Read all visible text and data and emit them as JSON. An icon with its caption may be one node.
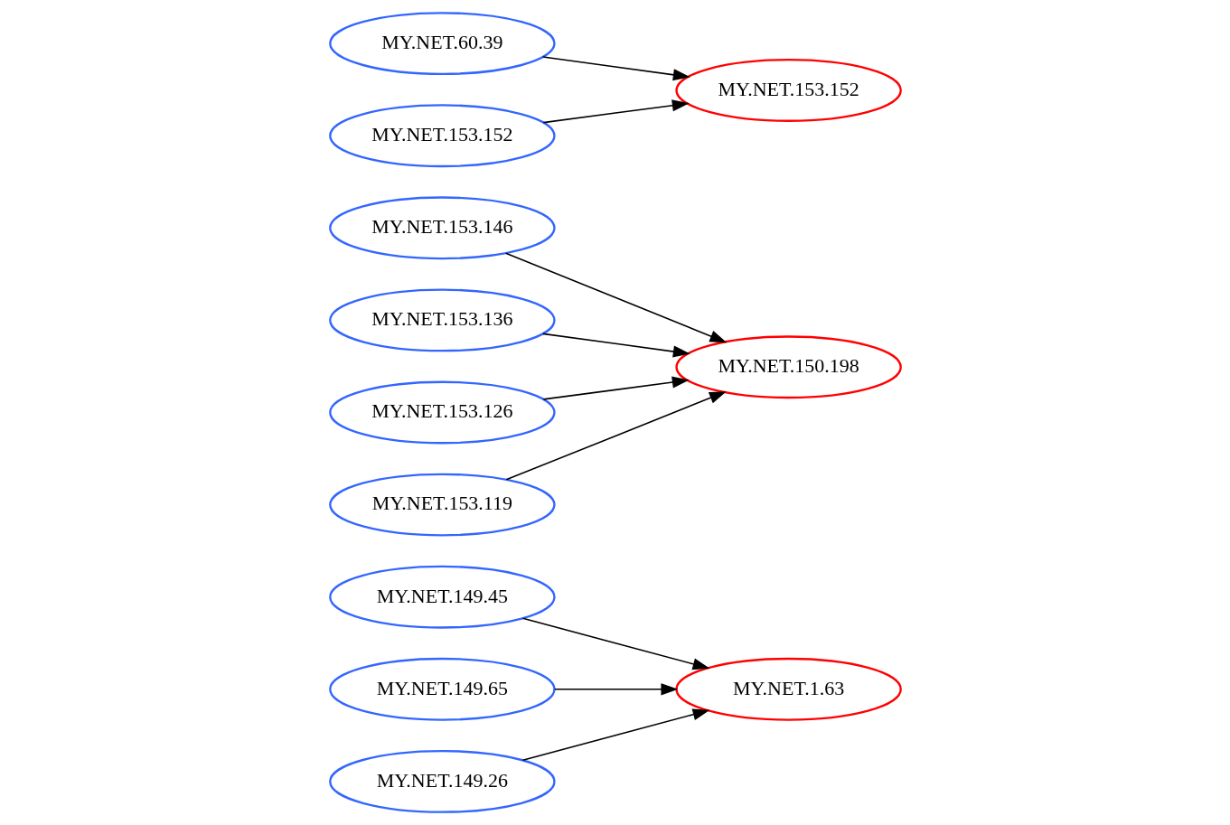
{
  "diagram": {
    "nodes": [
      {
        "text": [
          "MY.NET.149.45"
        ]
      },
      {
        "text": [
          "MY.NET.149.65"
        ]
      },
      {
        "text": [
          "MY.NET.153.146"
        ]
      },
      {
        "text": [
          "MY.NET.1.63"
        ]
      },
      {
        "text": [
          "MY.NET.149.26"
        ]
      },
      {
        "text": [
          "MY.NET.153.136"
        ]
      },
      {
        "text": [
          "MY.NET.150.198"
        ]
      },
      {
        "text": [
          "MY.NET.60.39"
        ]
      },
      {
        "text": [
          "MY.NET.153.152"
        ]
      },
      {
        "text": [
          "MY.NET.153.126"
        ]
      },
      {
        "text": [
          "MY.NET.153.152"
        ]
      },
      {
        "text": [
          "MY.NET.153.119"
        ]
      }
    ],
    "edges": [
      {
        "from": 0,
        "to": 3,
        "arrow": "to"
      },
      {
        "from": 1,
        "to": 3,
        "arrow": "to"
      },
      {
        "from": 4,
        "to": 3,
        "arrow": "to"
      },
      {
        "from": 2,
        "to": 6,
        "arrow": "to"
      },
      {
        "from": 5,
        "to": 6,
        "arrow": "to"
      },
      {
        "from": 9,
        "to": 6,
        "arrow": "to"
      },
      {
        "from": 11,
        "to": 6,
        "arrow": "to"
      },
      {
        "from": 7,
        "to": 8,
        "arrow": "to"
      },
      {
        "from": 10,
        "to": 8,
        "arrow": "to"
      }
    ]
  }
}
